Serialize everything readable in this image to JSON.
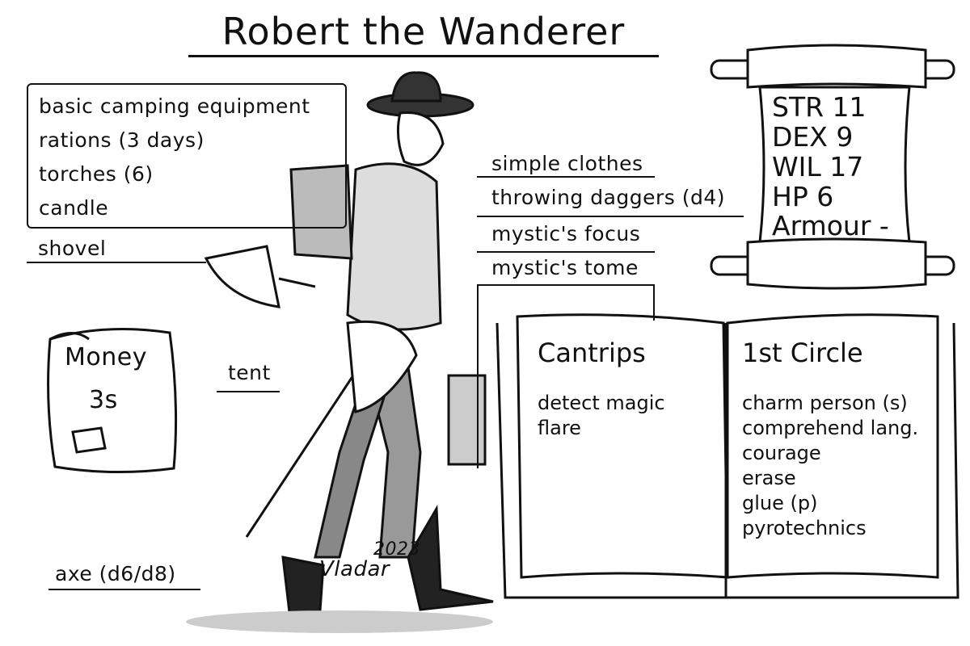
{
  "title": "Robert the Wanderer",
  "inventory": {
    "items": [
      "basic camping equipment",
      "rations (3 days)",
      "torches (6)",
      "candle"
    ]
  },
  "labels": {
    "shovel": "shovel",
    "tent": "tent",
    "axe": "axe (d6/d8)",
    "simple_clothes": "simple clothes",
    "throwing_daggers": "throwing daggers (d4)",
    "mystics_focus": "mystic's focus",
    "mystics_tome": "mystic's tome"
  },
  "money": {
    "label": "Money",
    "amount": "3s"
  },
  "stats": [
    "STR 11",
    "DEX 9",
    "WIL 17",
    "HP 6",
    "Armour -"
  ],
  "spellbook": {
    "cantrips_title": "Cantrips",
    "cantrips": [
      "detect magic",
      "flare"
    ],
    "circle1_title": "1st Circle",
    "circle1": [
      "charm person (s)",
      "comprehend lang.",
      "courage",
      "erase",
      "glue (p)",
      "pyrotechnics"
    ]
  },
  "signature": {
    "name": "Vladar",
    "year": "2023"
  },
  "colors": {
    "ink": "#111111",
    "paper": "#ffffff"
  }
}
